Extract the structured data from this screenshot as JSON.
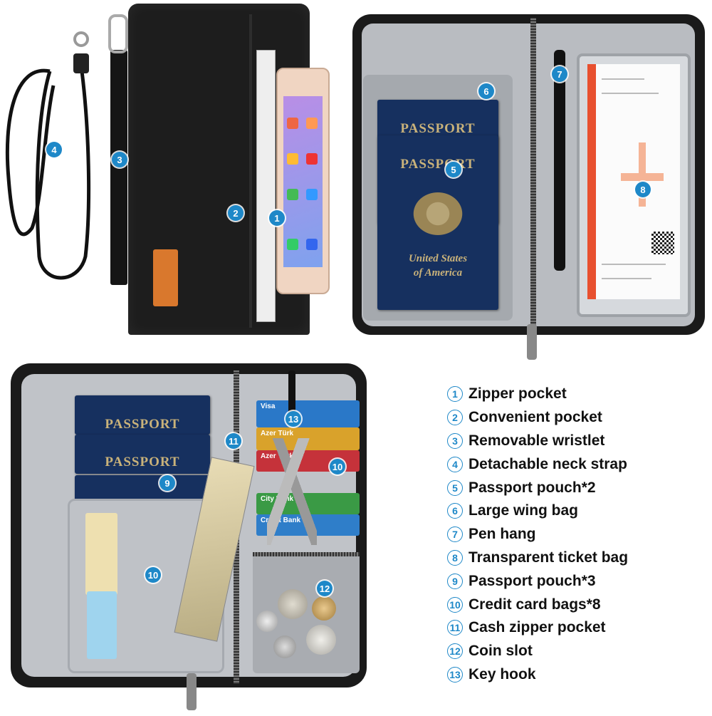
{
  "legend": [
    {
      "num": "1",
      "label": "Zipper pocket"
    },
    {
      "num": "2",
      "label": "Convenient pocket"
    },
    {
      "num": "3",
      "label": "Removable wristlet"
    },
    {
      "num": "4",
      "label": "Detachable neck strap"
    },
    {
      "num": "5",
      "label": "Passport pouch*2"
    },
    {
      "num": "6",
      "label": "Large wing bag"
    },
    {
      "num": "7",
      "label": "Pen hang"
    },
    {
      "num": "8",
      "label": "Transparent ticket bag"
    },
    {
      "num": "9",
      "label": "Passport pouch*3"
    },
    {
      "num": "10",
      "label": "Credit card bags*8"
    },
    {
      "num": "11",
      "label": "Cash zipper pocket"
    },
    {
      "num": "12",
      "label": "Coin slot"
    },
    {
      "num": "13",
      "label": "Key hook"
    }
  ],
  "passport": {
    "title": "PASSPORT",
    "country_line1": "United States",
    "country_line2": "of America"
  },
  "cards": [
    "Visa",
    "Azer Türk",
    "Azer Türk",
    "City Bank",
    "Credit Bank"
  ],
  "colors": {
    "badge": "#1e88c8",
    "wallet_black": "#1b1b1b",
    "lining_gray": "#b9bcc1",
    "passport_blue": "#16305f",
    "tab_orange": "#d9782d"
  }
}
